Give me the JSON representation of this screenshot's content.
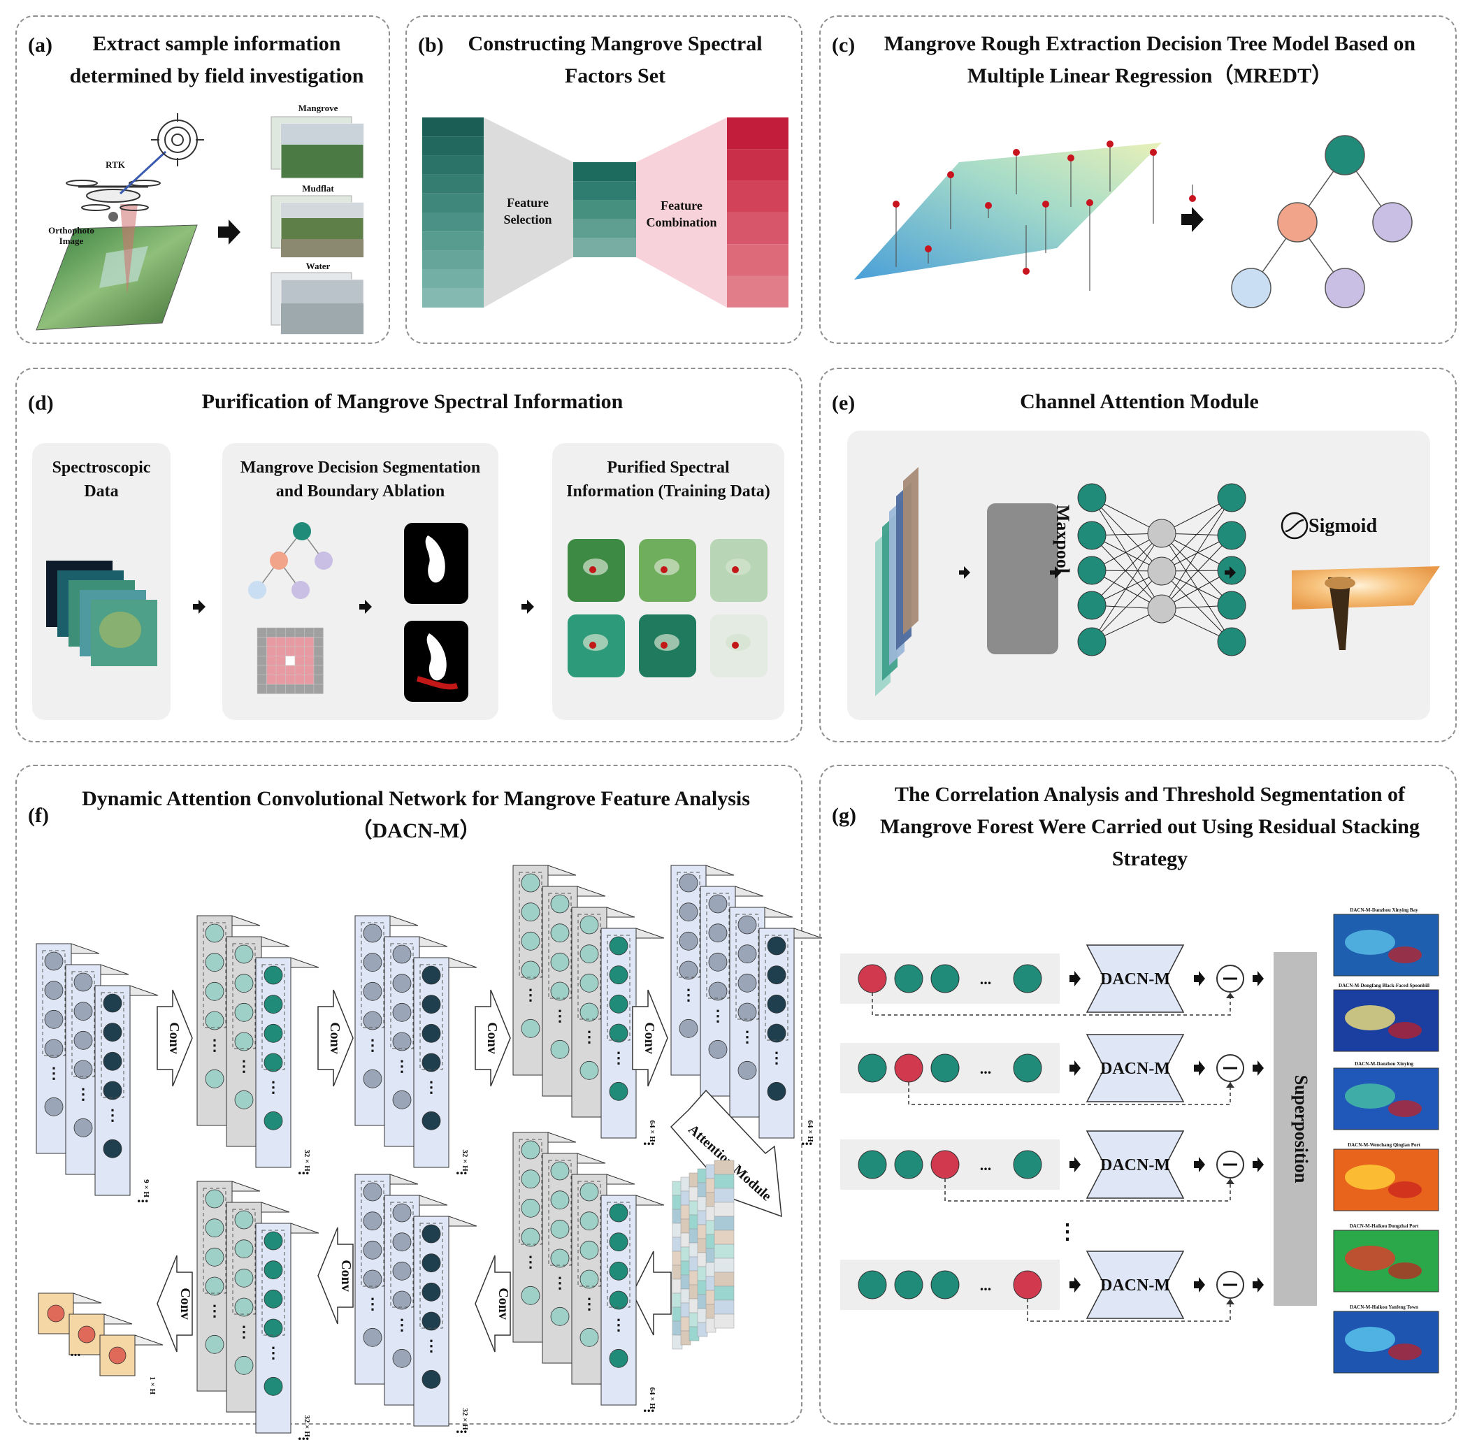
{
  "panel_a": {
    "label": "(a)",
    "title": "Extract sample information\ndetermined by field investigation",
    "rtk": "RTK",
    "ortho": "Orthophoto\nImage",
    "samples": [
      "Mangrove",
      "Mudflat",
      "Water"
    ]
  },
  "panel_b": {
    "label": "(b)",
    "title": "Constructing Mangrove Spectral\nFactors Set",
    "left_block": "Feature\nSelection",
    "right_block": "Feature\nCombination"
  },
  "panel_c": {
    "label": "(c)",
    "title": "Mangrove Rough Extraction Decision Tree Model Based on\nMultiple Linear Regression（MREDT）"
  },
  "panel_d": {
    "label": "(d)",
    "title": "Purification of Mangrove Spectral Information",
    "box1": "Spectroscopic\nData",
    "box2": "Mangrove Decision Segmentation\nand Boundary Ablation",
    "box3": "Purified Spectral\nInformation (Training Data)"
  },
  "panel_e": {
    "label": "(e)",
    "title": "Channel Attention Module",
    "maxpool": "Maxpool",
    "sigmoid": "Sigmoid"
  },
  "panel_f": {
    "label": "(f)",
    "title": "Dynamic Attention Convolutional Network for Mangrove Feature Analysis\n（DACN-M）",
    "conv": "Conv",
    "attention": "Attention Module",
    "ellipsis": "...",
    "dims_top": [
      "9 × H",
      "32 × H",
      "32 × H",
      "64 × H",
      "64 × H"
    ],
    "dims_bottom": [
      "64 × H",
      "32 × H",
      "32 × H",
      "1 × H"
    ]
  },
  "panel_g": {
    "label": "(g)",
    "title": "The Correlation Analysis and Threshold Segmentation of\nMangrove Forest Were Carried out Using Residual Stacking\nStrategy",
    "block": "DACN-M",
    "superposition": "Superposition",
    "ellipsis": "...",
    "vdots": "⋮",
    "map_titles": [
      "DACN-M-Danzhou Xinying Bay",
      "DACN-M-Dongfang Black-Faced Spoonbill",
      "DACN-M-Danzhou Xinying",
      "DACN-M-Wenchang Qinglan Port",
      "DACN-M-Haikou Dongzhai Port",
      "DACN-M-Haikou Yanfeng Town"
    ]
  }
}
